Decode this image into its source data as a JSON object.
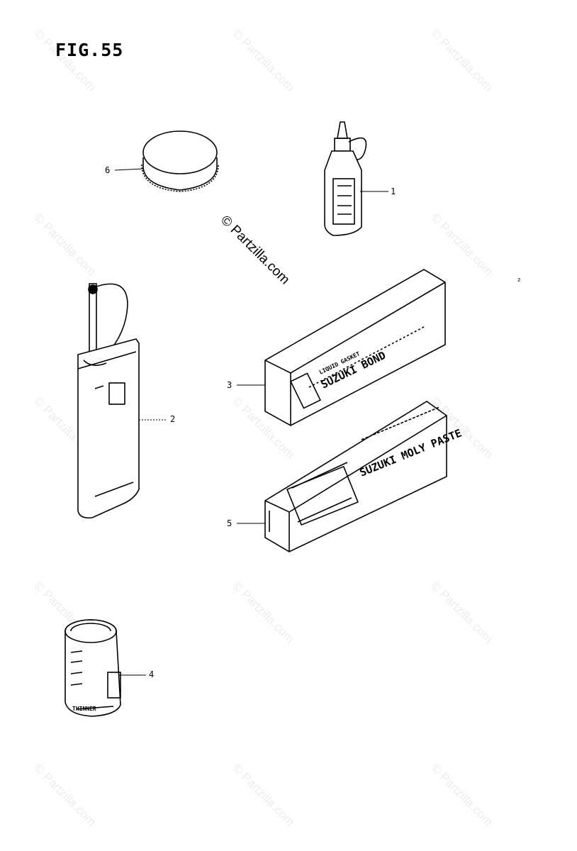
{
  "figure": {
    "title": "FIG.55"
  },
  "watermark": {
    "text": "© Partzilla.com"
  },
  "callouts": {
    "c1": "1",
    "c2": "2",
    "c3": "3",
    "c4": "4",
    "c5": "5",
    "c6": "6"
  },
  "packages": {
    "bond_label": "SUZUKI BOND",
    "bond_sub": "LIQUID GASKET",
    "paste_label": "SUZUKI MOLY PASTE",
    "can_label": "THINNER"
  }
}
